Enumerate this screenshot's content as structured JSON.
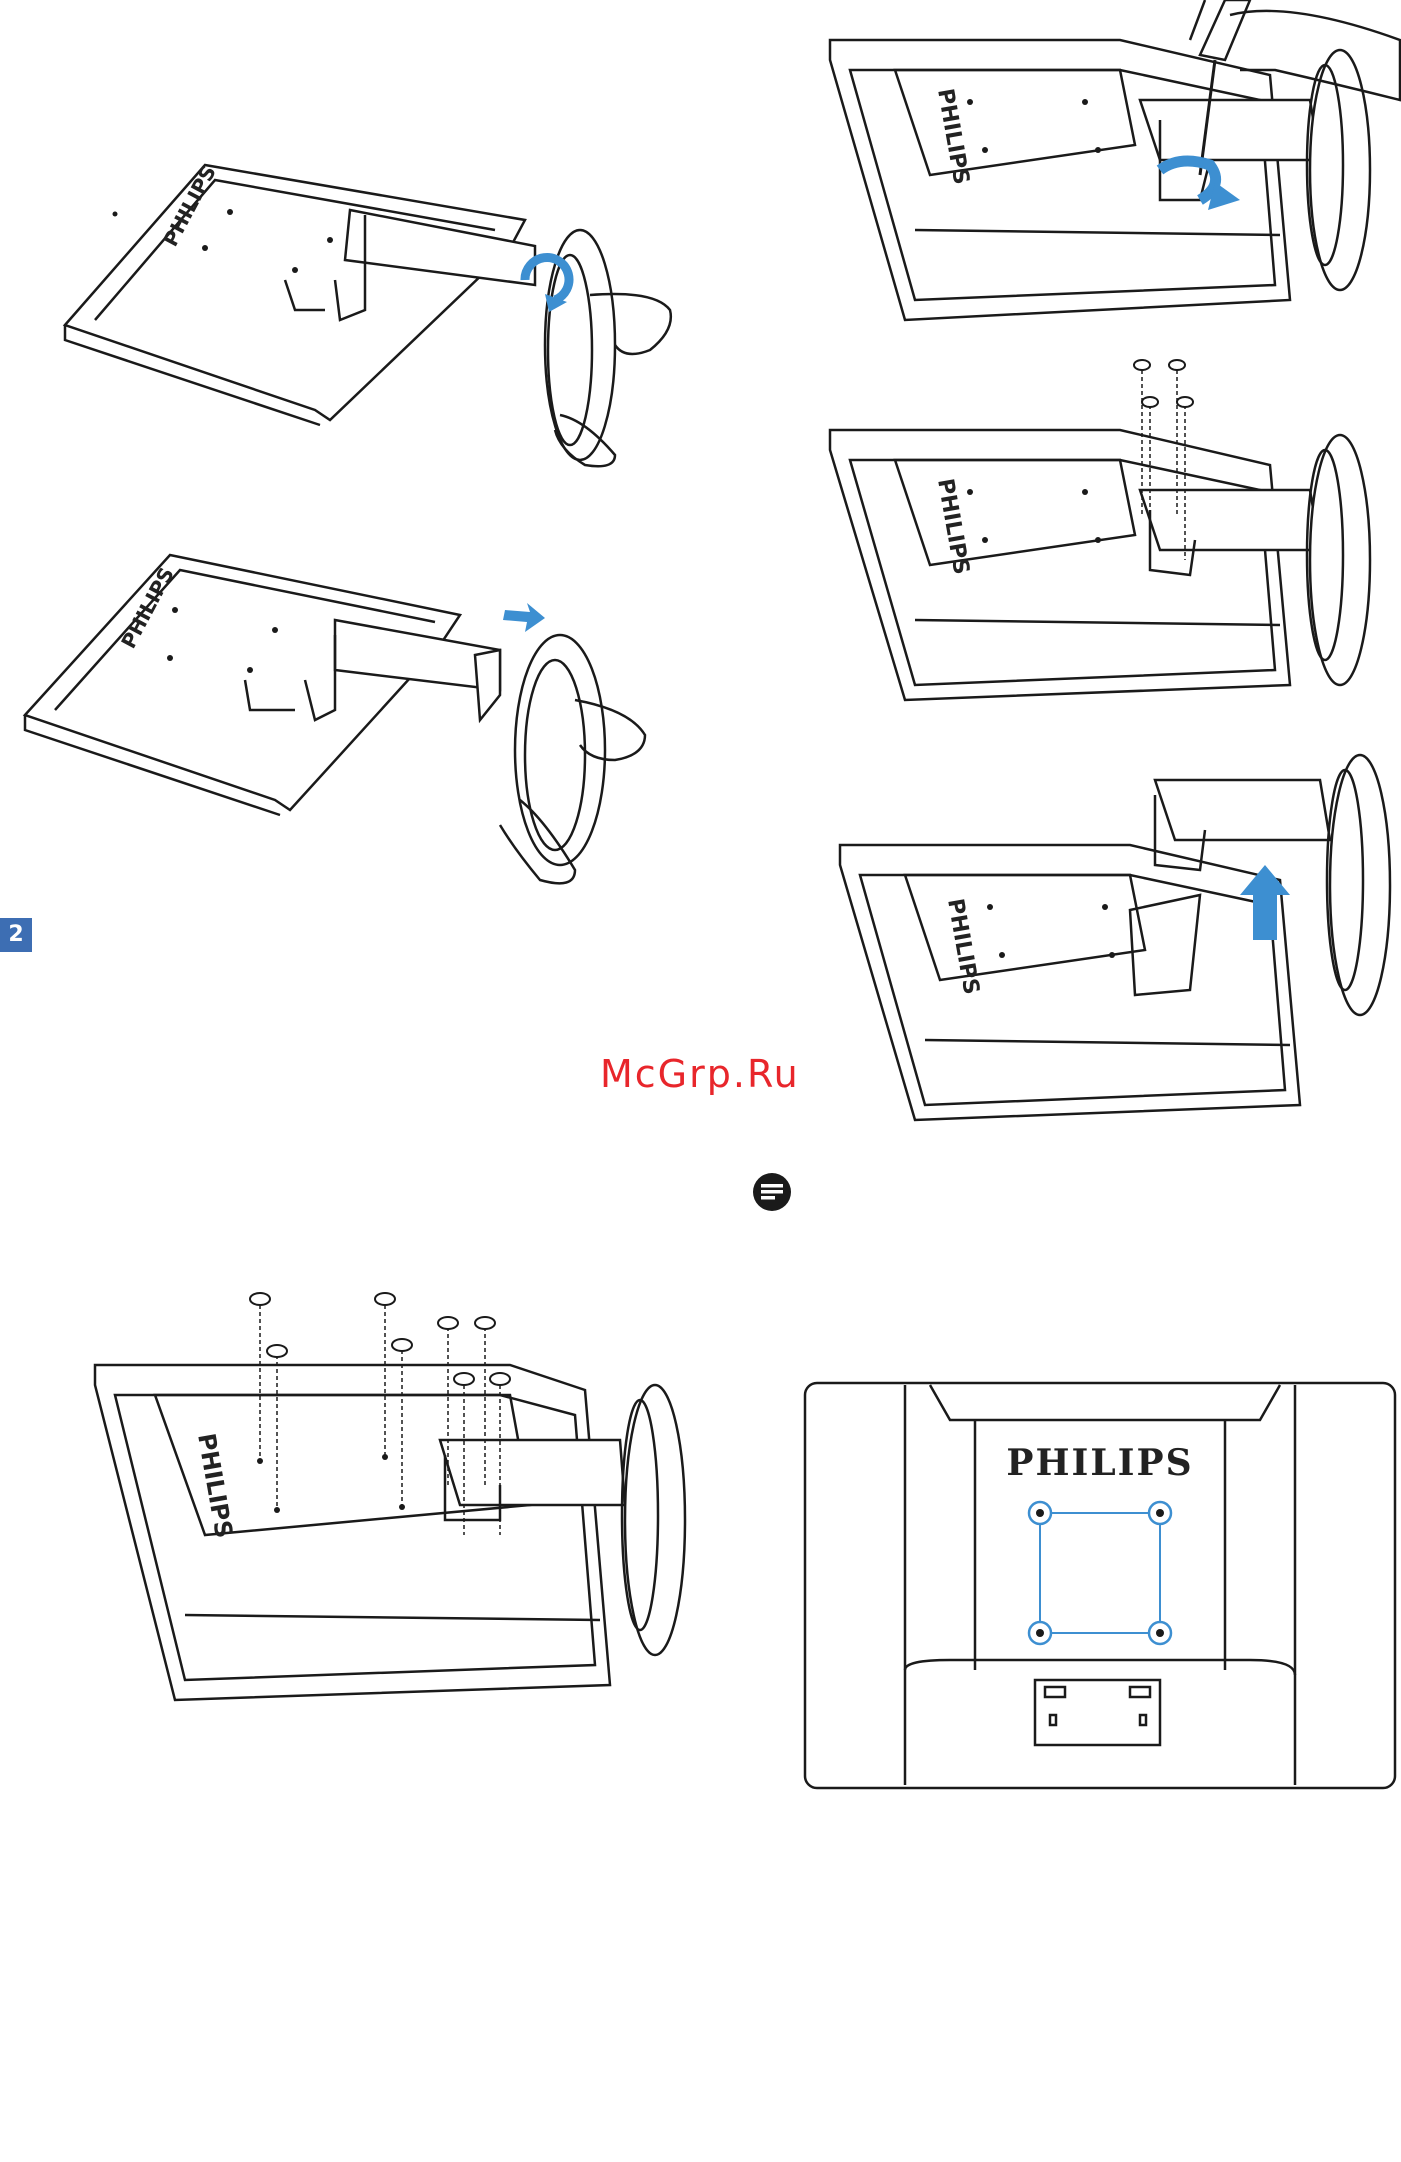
{
  "page": {
    "badge": "2",
    "watermark": "McGrp.Ru"
  },
  "figures": {
    "brand": "PHILIPS",
    "steps": [
      {
        "label": "rotate-base-knob"
      },
      {
        "label": "remove-base"
      },
      {
        "label": "unscrew-hinge"
      },
      {
        "label": "remove-screws"
      },
      {
        "label": "lift-stand"
      },
      {
        "label": "insert-vesa-caps"
      },
      {
        "label": "vesa-pattern-rear"
      }
    ]
  },
  "colors": {
    "accent_blue": "#3d8fd1",
    "badge_blue": "#3d6eb3",
    "watermark_red": "#e8262b",
    "outline": "#1a1a1a"
  },
  "icons": {
    "note": "note-icon",
    "rotate_arrow": "rotate-arrow-icon",
    "push_arrow": "right-arrow-icon",
    "lift_arrow": "up-arrow-icon"
  }
}
